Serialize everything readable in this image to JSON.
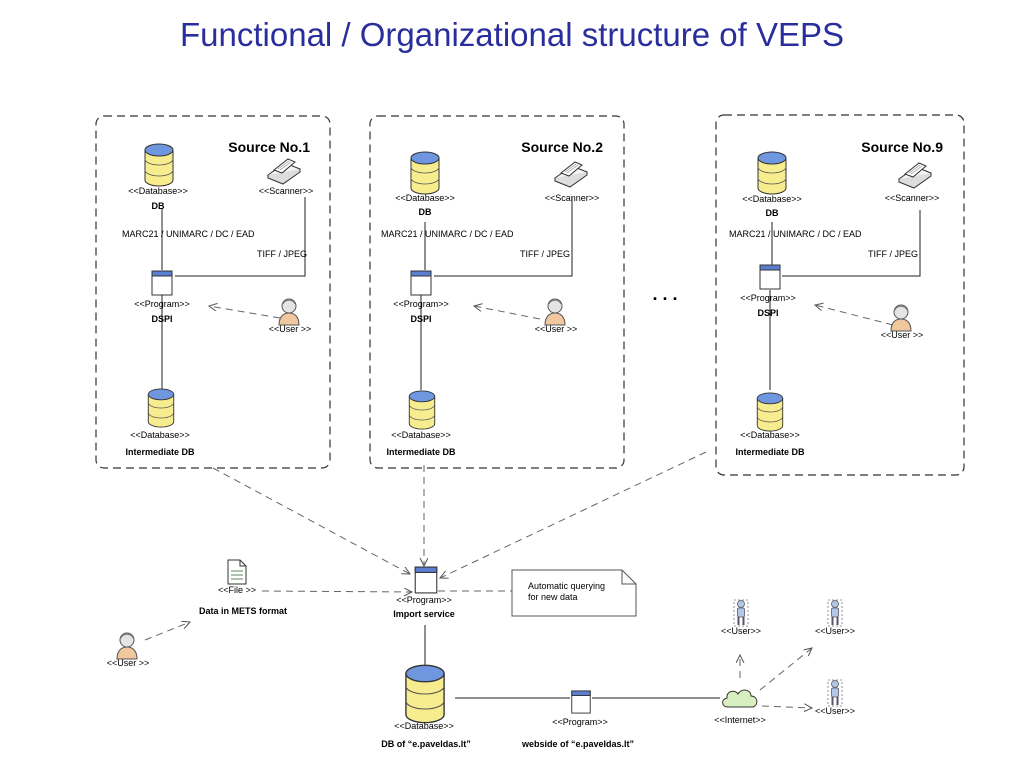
{
  "title": "Functional / Organizational structure of VEPS",
  "sources": [
    {
      "name": "Source No.1",
      "db_stereotype": "<<Database>>",
      "db_name": "DB",
      "scanner_stereotype": "<<Scanner>>",
      "formats": "MARC21 / UNIMARC / DC / EAD",
      "image_formats": "TIFF / JPEG",
      "program_stereotype": "<<Program>>",
      "program_name": "DSPI",
      "user_stereotype": "<<User >>",
      "idb_stereotype": "<<Database>>",
      "idb_name": "Intermediate DB"
    },
    {
      "name": "Source No.2",
      "db_stereotype": "<<Database>>",
      "db_name": "DB",
      "scanner_stereotype": "<<Scanner>>",
      "formats": "MARC21 / UNIMARC / DC / EAD",
      "image_formats": "TIFF / JPEG",
      "program_stereotype": "<<Program>>",
      "program_name": "DSPI",
      "user_stereotype": "<<User >>",
      "idb_stereotype": "<<Database>>",
      "idb_name": "Intermediate DB"
    },
    {
      "name": "Source No.9",
      "db_stereotype": "<<Database>>",
      "db_name": "DB",
      "scanner_stereotype": "<<Scanner>>",
      "formats": "MARC21 / UNIMARC / DC / EAD",
      "image_formats": "TIFF / JPEG",
      "program_stereotype": "<<Program>>",
      "program_name": "DSPI",
      "user_stereotype": "<<User >>",
      "idb_stereotype": "<<Database>>",
      "idb_name": "Intermediate DB"
    }
  ],
  "ellipsis": ". . .",
  "file": {
    "stereotype": "<<File >>",
    "name": "Data in METS format"
  },
  "user_left": {
    "stereotype": "<<User >>"
  },
  "import": {
    "stereotype": "<<Program>>",
    "name": "Import service"
  },
  "note": {
    "line1": "Automatic querying",
    "line2": "for new data"
  },
  "main_db": {
    "stereotype": "<<Database>>",
    "name": "DB of “e.paveldas.lt”"
  },
  "website": {
    "stereotype": "<<Program>>",
    "name": "webside of “e.paveldas.lt”"
  },
  "internet": {
    "stereotype": "<<Internet>>"
  },
  "web_users": [
    {
      "stereotype": "<<User>>"
    },
    {
      "stereotype": "<<User>>"
    },
    {
      "stereotype": "<<User>>"
    }
  ],
  "colors": {
    "title": "#2a2e9c",
    "database_fill": "#f7ec8e",
    "program_header": "#5b7fd0",
    "user_skin": "#f1c79e",
    "internet_cloud": "#d8f0c0",
    "web_user": "#b6c6e6"
  }
}
